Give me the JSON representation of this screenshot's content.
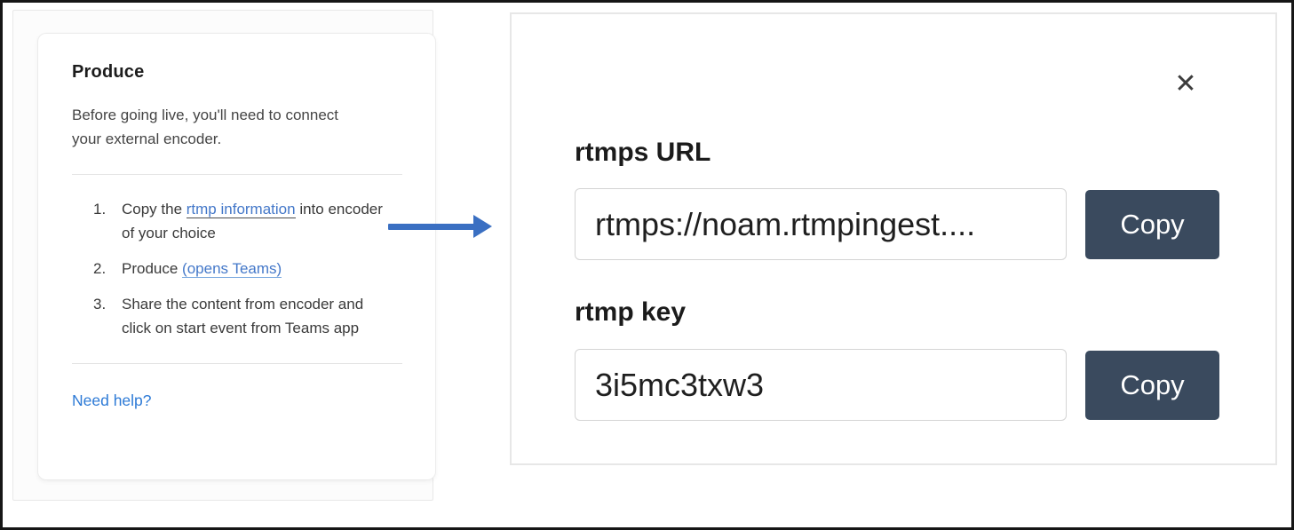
{
  "left_panel": {
    "title": "Produce",
    "intro": "Before going live, you'll need to connect your external encoder.",
    "steps": [
      {
        "number": "1.",
        "pre": "Copy the ",
        "link": "rtmp information",
        "post": " into encoder of your choice"
      },
      {
        "number": "2.",
        "pre": "Produce ",
        "link": "(opens Teams)",
        "post": ""
      },
      {
        "number": "3.",
        "pre": "Share the content from encoder and click on start event from Teams app",
        "link": "",
        "post": ""
      }
    ],
    "help_link": "Need help?"
  },
  "dialog": {
    "close_icon": "✕",
    "fields": [
      {
        "label": "rtmps URL",
        "value": "rtmps://noam.rtmpingest....",
        "button": "Copy"
      },
      {
        "label": "rtmp key",
        "value": "3i5mc3txw3",
        "button": "Copy"
      }
    ]
  },
  "colors": {
    "copy_button_bg": "#3a4a5e",
    "arrow_blue": "#3a6fc2",
    "link_blue": "#4478c9",
    "help_link_blue": "#2d7ad6",
    "frame_border": "#161616"
  }
}
